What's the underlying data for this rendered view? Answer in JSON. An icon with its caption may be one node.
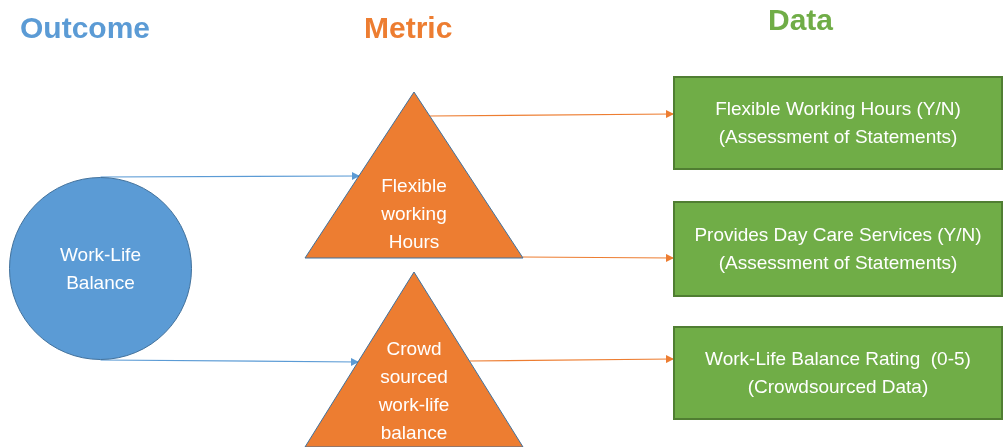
{
  "diagram": {
    "nodes": [
      {
        "text": [
          "Work-Life Balance"
        ]
      },
      {
        "text": [
          "Flexible working Hours"
        ]
      },
      {
        "text": [
          "Crowd sourced work-life balance"
        ]
      },
      {
        "text": [
          "Flexible Working Hours (Y/N)",
          "(Assessment of Statements)"
        ]
      },
      {
        "text": [
          "Provides Day Care Services (Y/N)",
          "(Assessment of Statements)"
        ]
      },
      {
        "text": [
          "Work-Life Balance Rating  (0-5)",
          "(Crowdsourced Data)"
        ]
      }
    ],
    "edges": [
      {
        "from": 0,
        "to": 1,
        "arrow": "to",
        "color": "#5b9bd5"
      },
      {
        "from": 0,
        "to": 2,
        "arrow": "to",
        "color": "#5b9bd5"
      },
      {
        "from": 1,
        "to": 3,
        "arrow": "to"
      },
      {
        "from": 1,
        "to": 4,
        "arrow": "to"
      },
      {
        "from": 2,
        "to": 5,
        "arrow": "to"
      }
    ],
    "labels": [
      "Outcome",
      "Metric",
      "Data"
    ]
  }
}
